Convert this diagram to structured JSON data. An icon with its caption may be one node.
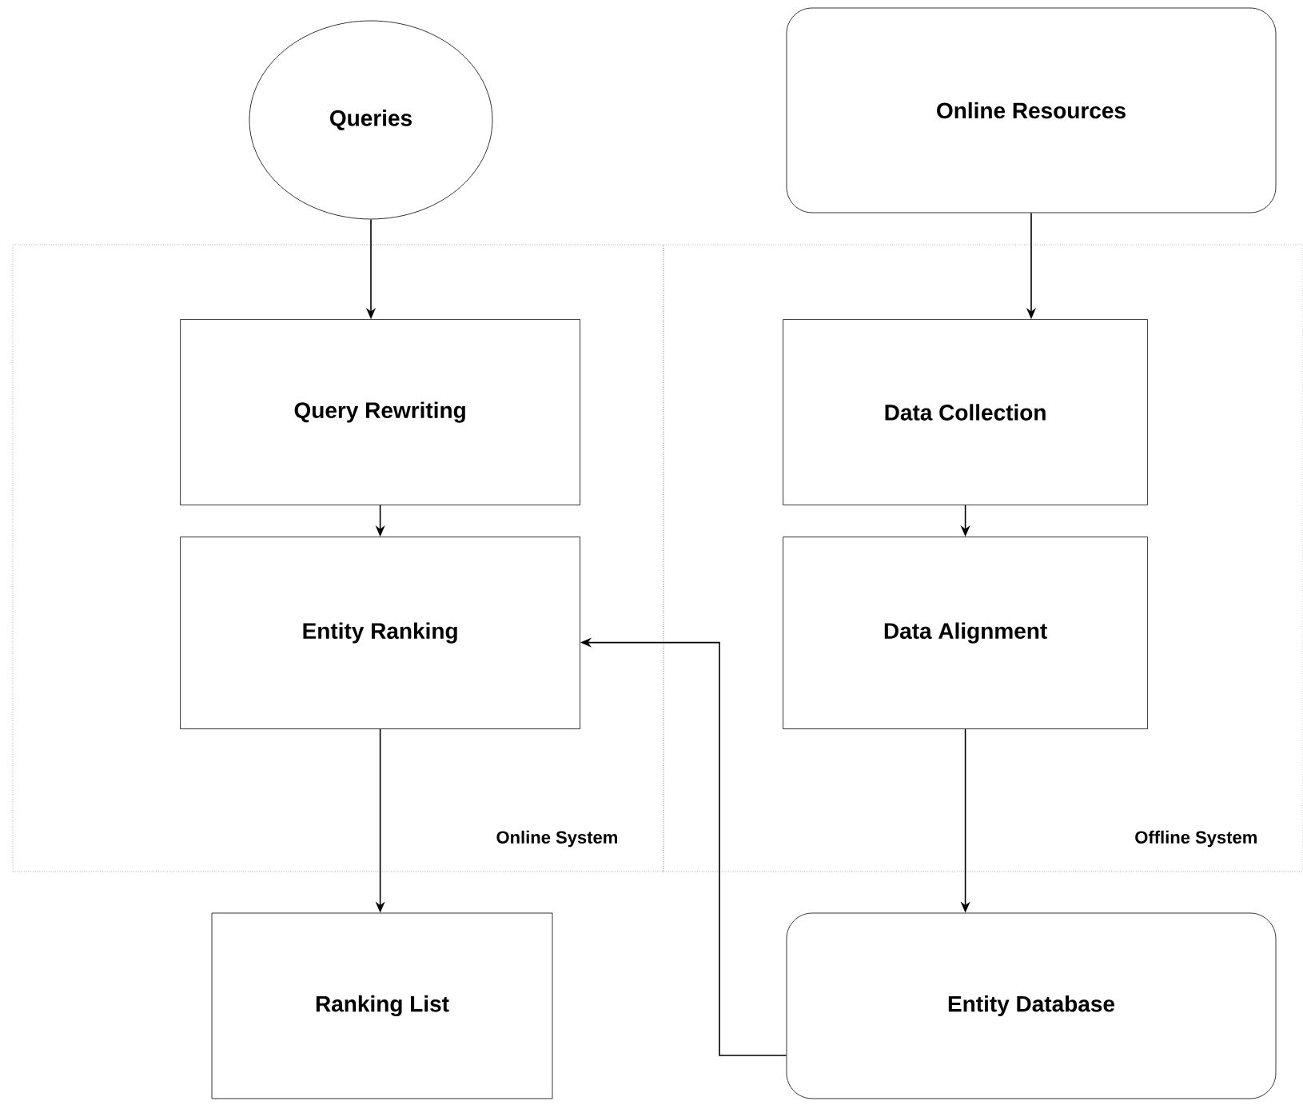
{
  "diagram": {
    "nodes": [
      {
        "text": [
          "Queries"
        ]
      },
      {
        "text": [
          "Online Resources"
        ]
      },
      {
        "text": [
          "Online System"
        ]
      },
      {
        "text": [
          "Offline System"
        ]
      },
      {
        "text": [
          "Query Rewriting"
        ],
        "in": 2
      },
      {
        "text": [
          "Entity Ranking"
        ],
        "in": 2
      },
      {
        "text": [
          "Data Collection"
        ],
        "in": 3
      },
      {
        "text": [
          "Data Alignment"
        ],
        "in": 3
      },
      {
        "text": [
          "Ranking List"
        ]
      },
      {
        "text": [
          "Entity Database"
        ]
      }
    ],
    "edges": [
      {
        "from": 0,
        "to": 4,
        "arrow": "to"
      },
      {
        "from": 4,
        "to": 5,
        "arrow": "to"
      },
      {
        "from": 5,
        "to": 8,
        "arrow": "to"
      },
      {
        "from": 1,
        "to": 6,
        "arrow": "to"
      },
      {
        "from": 6,
        "to": 7,
        "arrow": "to"
      },
      {
        "from": 7,
        "to": 9,
        "arrow": "to"
      },
      {
        "from": 9,
        "to": 5,
        "arrow": "to"
      }
    ]
  }
}
